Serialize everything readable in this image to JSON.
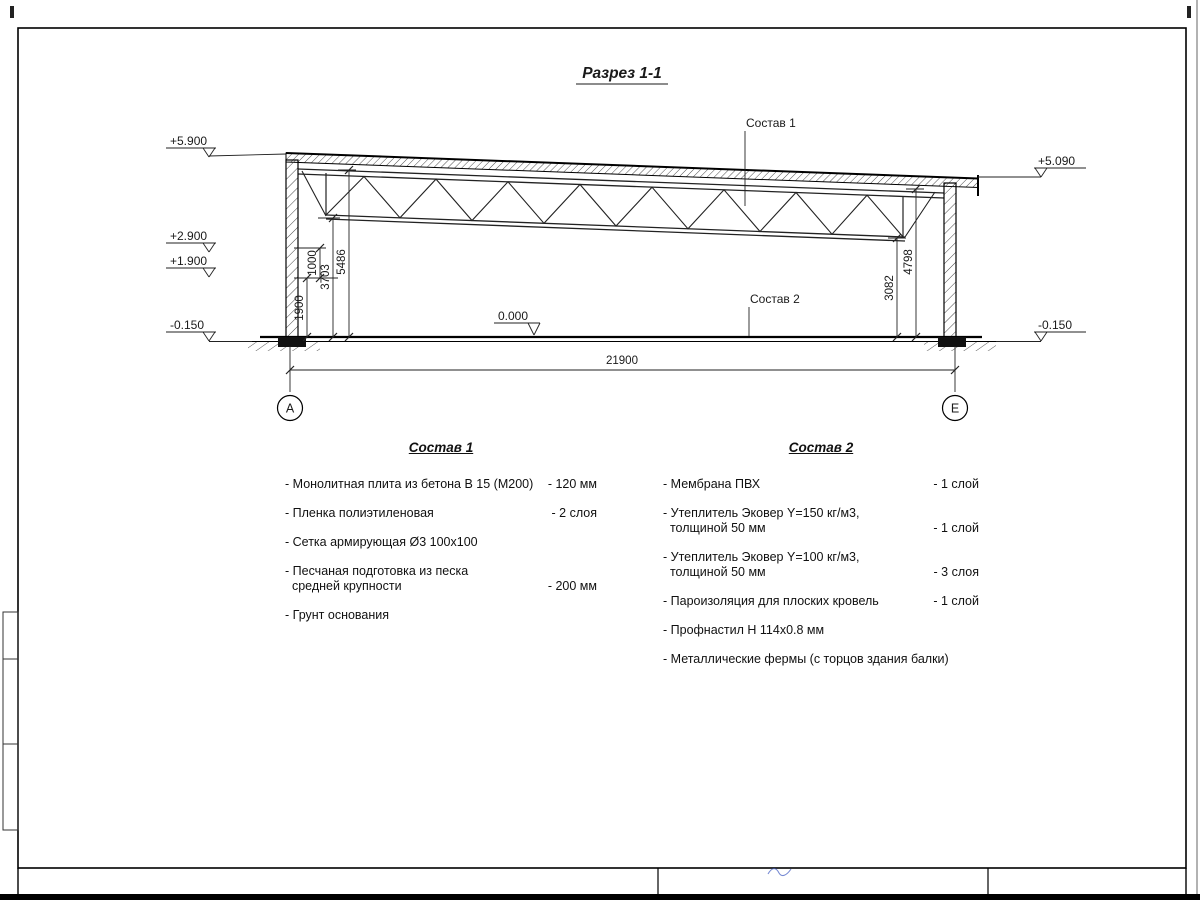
{
  "drawing": {
    "title": "Разрез 1-1",
    "labels": {
      "sostav1": "Состав 1",
      "sostav2": "Состав 2"
    },
    "elevations": {
      "left_top": "+5.900",
      "left_mid": "+2.900",
      "left_low": "+1.900",
      "left_ground": "-0.150",
      "right_top": "+5.090",
      "right_ground": "-0.150",
      "floor": "0.000"
    },
    "dimensions": {
      "v1900": "1900",
      "v1000": "1000",
      "v3703": "3703",
      "v5486": "5486",
      "v3082": "3082",
      "v4798": "4798",
      "span": "21900"
    },
    "axes": {
      "left": "А",
      "right": "Е"
    }
  },
  "lists": {
    "sostav1": {
      "title": "Состав 1",
      "items": [
        {
          "name": "- Монолитная плита из бетона В 15 (М200)",
          "qty": "- 120 мм"
        },
        {
          "name": "- Пленка полиэтиленовая",
          "qty": "-  2 слоя"
        },
        {
          "name": "- Сетка армирующая Ø3 100х100",
          "qty": ""
        },
        {
          "name": "- Песчаная подготовка из песка\n  средней крупности",
          "qty": "- 200 мм"
        },
        {
          "name": "- Грунт основания",
          "qty": ""
        }
      ]
    },
    "sostav2": {
      "title": "Состав 2",
      "items": [
        {
          "name": "- Мембрана ПВХ",
          "qty": "- 1 слой"
        },
        {
          "name": "- Утеплитель Эковер Y=150 кг/м3,\n  толщиной 50 мм",
          "qty": "- 1 слой"
        },
        {
          "name": "- Утеплитель Эковер Y=100 кг/м3,\n  толщиной 50 мм",
          "qty": "- 3 слоя"
        },
        {
          "name": "- Пароизоляция для плоских кровель",
          "qty": "- 1 слой"
        },
        {
          "name": "- Профнастил Н 114х0.8 мм",
          "qty": ""
        },
        {
          "name": "- Металлические фермы (с торцов здания балки)",
          "qty": ""
        }
      ]
    }
  }
}
